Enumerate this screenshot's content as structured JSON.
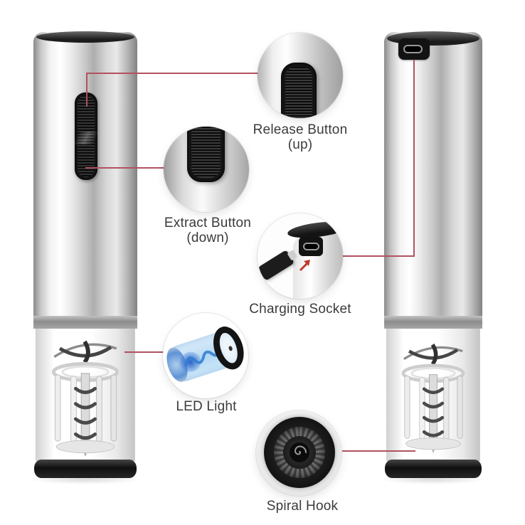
{
  "colors": {
    "background": "#ffffff",
    "leader_line": "#b25260",
    "label_text": "#3b3b3b",
    "led_blue": "#2f7bd0",
    "black_part": "#161616"
  },
  "callouts": {
    "release": {
      "label": "Release Button",
      "sublabel": "(up)"
    },
    "extract": {
      "label": "Extract Button",
      "sublabel": "(down)"
    },
    "charging": {
      "label": "Charging Socket"
    },
    "led": {
      "label": "LED Light"
    },
    "spiral": {
      "label": "Spiral Hook"
    }
  }
}
